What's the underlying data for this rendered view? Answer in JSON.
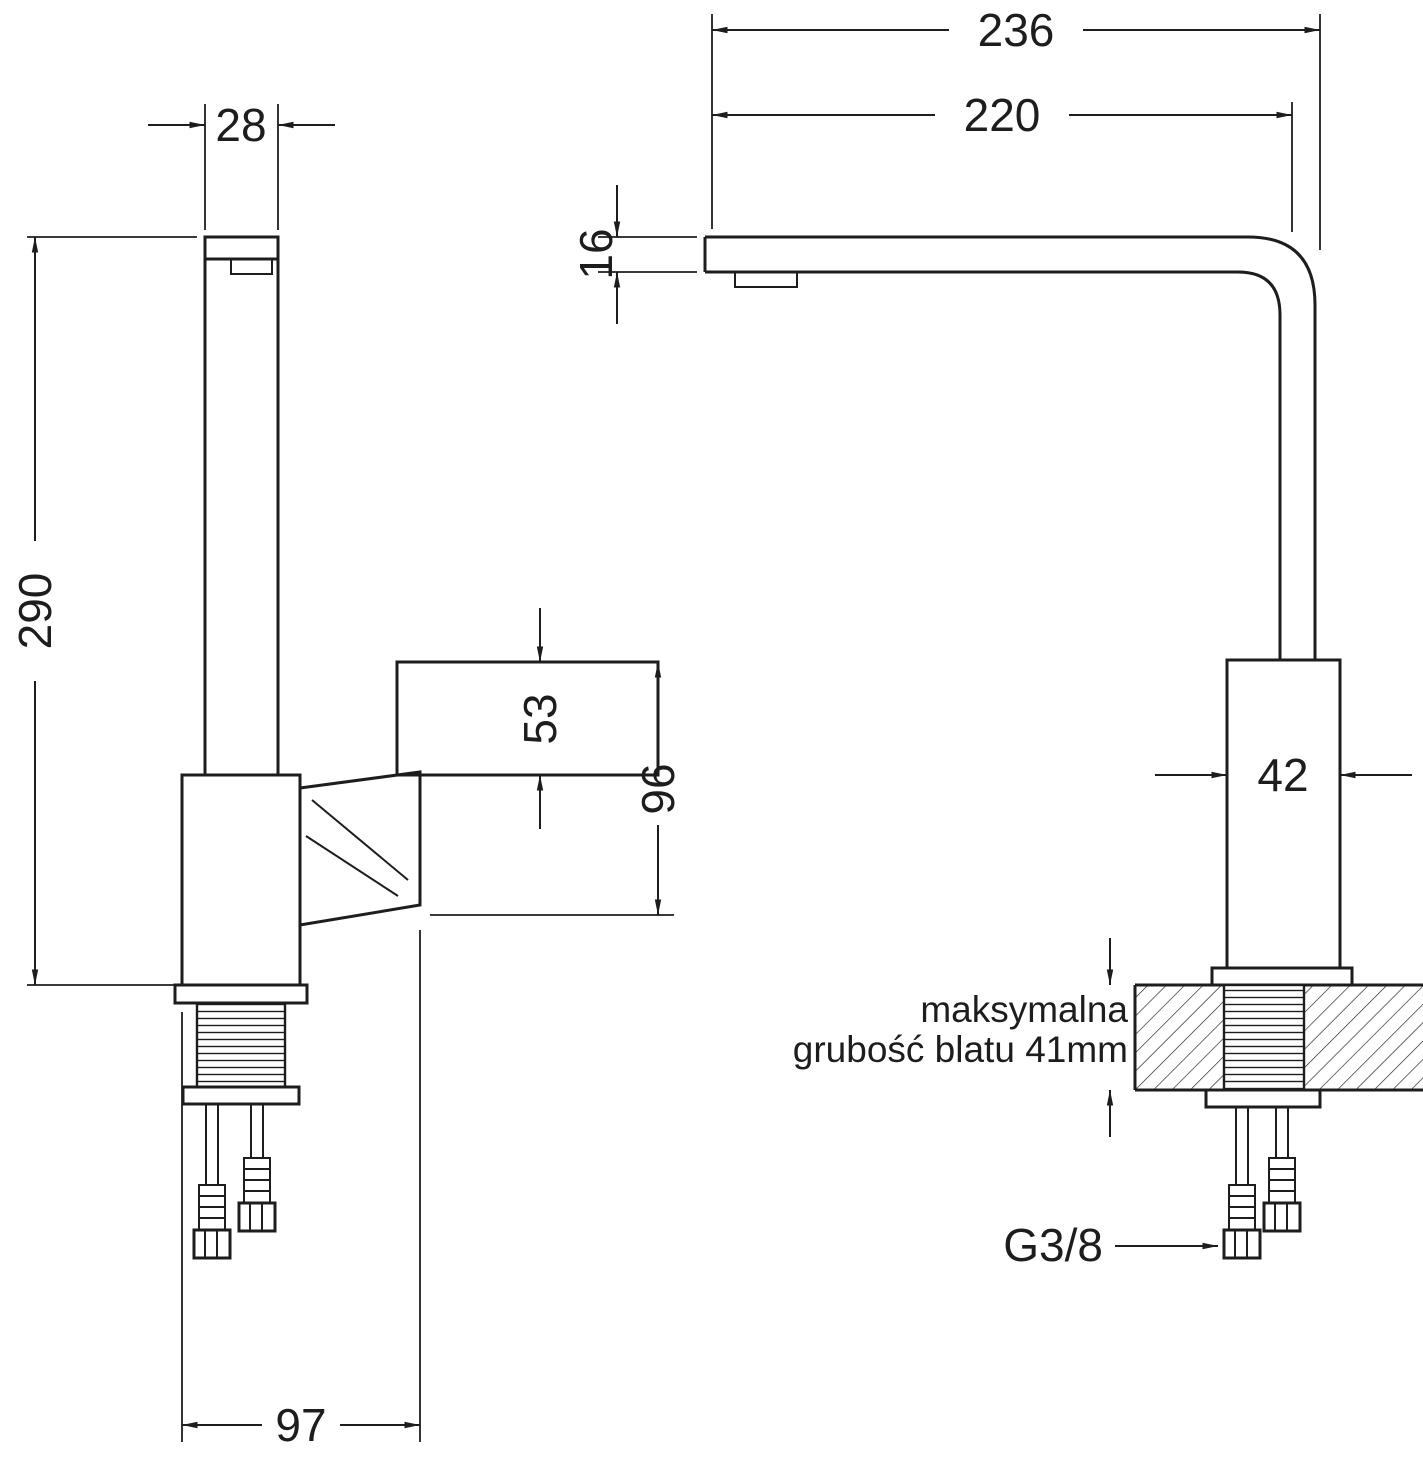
{
  "drawing": {
    "title": "kitchen-faucet-dimension-drawing",
    "colors": {
      "line": "#1d1d1d",
      "background": "#ffffff"
    },
    "side_view": {
      "spout_width": "28",
      "overall_height": "290",
      "lever_height": "53",
      "body_height": "96",
      "base_reach": "97"
    },
    "front_view": {
      "overall_reach": "236",
      "spout_reach": "220",
      "spout_thickness": "16",
      "body_width": "42",
      "counter_note_line1": "maksymalna",
      "counter_note_line2": "grubość blatu 41mm",
      "connector_thread": "G3/8"
    }
  }
}
